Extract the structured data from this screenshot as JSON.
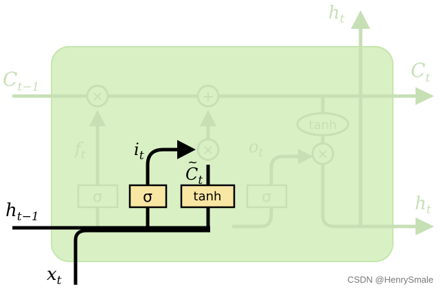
{
  "colors": {
    "cell_fill": "#d9f0c4",
    "cell_stroke": "#c4e6ab",
    "faded": "#c7dfb5",
    "highlight": "#000000",
    "gate_fill": "#f8e6a3"
  },
  "labels": {
    "h_t_top": {
      "main": "h",
      "sub": "t"
    },
    "c_prev": {
      "main": "C",
      "sub": "t−1"
    },
    "c_t": {
      "main": "C",
      "sub": "t"
    },
    "h_prev": {
      "main": "h",
      "sub": "t−1"
    },
    "h_t_right": {
      "main": "h",
      "sub": "t"
    },
    "x_t": {
      "main": "x",
      "sub": "t"
    },
    "f_t": {
      "main": "f",
      "sub": "t"
    },
    "i_t": {
      "main": "i",
      "sub": "t"
    },
    "c_tilde": {
      "main": "C",
      "tilde": "~",
      "sub": "t"
    },
    "o_t": {
      "main": "o",
      "sub": "t"
    }
  },
  "gates": {
    "forget_sigma": "σ",
    "input_sigma": "σ",
    "candidate_tanh": "tanh",
    "output_sigma": "σ",
    "cell_tanh": "tanh"
  },
  "operators": {
    "multiply": "×",
    "add": "+"
  },
  "watermark": "CSDN @HenrySmale"
}
